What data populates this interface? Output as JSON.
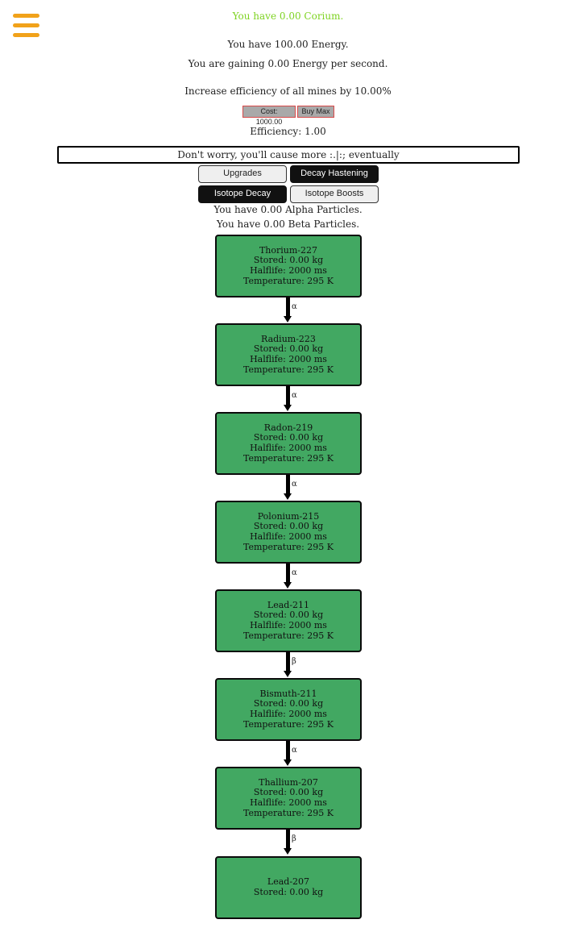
{
  "menu_icon": "hamburger-menu-icon",
  "colors": {
    "corium": "#7ed321",
    "node_fill": "#42a862",
    "menu_icon": "#f1a21a",
    "cost_border": "#d84a4a"
  },
  "status": {
    "corium": "You have 0.00 Corium.",
    "energy": "You have 100.00 Energy.",
    "energy_rate": "You are gaining 0.00 Energy per second.",
    "efficiency_upgrade": "Increase efficiency of all mines by 10.00%",
    "cost_button": "Cost: 1000.00",
    "buy_max_button": "Buy Max",
    "efficiency": "Efficiency: 1.00"
  },
  "ticker": "Don't worry, you'll cause more :.|:; eventually",
  "tabs": [
    {
      "label": "Upgrades",
      "active": false
    },
    {
      "label": "Decay Hastening",
      "active": true
    },
    {
      "label": "Isotope Decay",
      "active": true
    },
    {
      "label": "Isotope Boosts",
      "active": false
    }
  ],
  "particles": {
    "alpha": "You have 0.00 Alpha Particles.",
    "beta": "You have 0.00 Beta Particles."
  },
  "decay_chain": [
    {
      "name": "Thorium-227",
      "stored": "Stored: 0.00 kg",
      "halflife": "Halflife: 2000 ms",
      "temperature": "Temperature: 295 K",
      "decay": "α"
    },
    {
      "name": "Radium-223",
      "stored": "Stored: 0.00 kg",
      "halflife": "Halflife: 2000 ms",
      "temperature": "Temperature: 295 K",
      "decay": "α"
    },
    {
      "name": "Radon-219",
      "stored": "Stored: 0.00 kg",
      "halflife": "Halflife: 2000 ms",
      "temperature": "Temperature: 295 K",
      "decay": "α"
    },
    {
      "name": "Polonium-215",
      "stored": "Stored: 0.00 kg",
      "halflife": "Halflife: 2000 ms",
      "temperature": "Temperature: 295 K",
      "decay": "α"
    },
    {
      "name": "Lead-211",
      "stored": "Stored: 0.00 kg",
      "halflife": "Halflife: 2000 ms",
      "temperature": "Temperature: 295 K",
      "decay": "β"
    },
    {
      "name": "Bismuth-211",
      "stored": "Stored: 0.00 kg",
      "halflife": "Halflife: 2000 ms",
      "temperature": "Temperature: 295 K",
      "decay": "α"
    },
    {
      "name": "Thallium-207",
      "stored": "Stored: 0.00 kg",
      "halflife": "Halflife: 2000 ms",
      "temperature": "Temperature: 295 K",
      "decay": "β"
    },
    {
      "name": "Lead-207",
      "stored": "Stored: 0.00 kg"
    }
  ]
}
